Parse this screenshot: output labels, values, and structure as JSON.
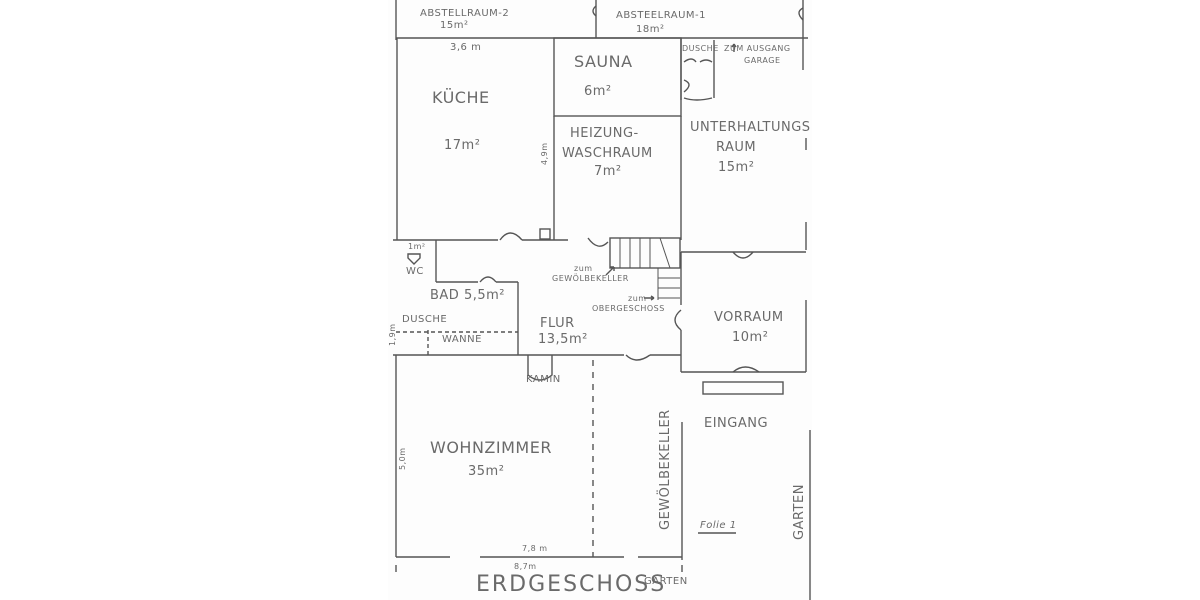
{
  "title": "ERDGESCHOSS",
  "sheet_label": "Folie 1",
  "colors": {
    "ink": "#5a5a5a",
    "paper": "#fdfdfd"
  },
  "rooms": {
    "abstellraum2": {
      "name": "ABSTELLRAUM-2",
      "area": "15m²"
    },
    "abstellraum1": {
      "name": "ABSTEELRAUM-1",
      "area": "18m²"
    },
    "kueche": {
      "name": "KÜCHE",
      "area": "17m²"
    },
    "sauna": {
      "name": "SAUNA",
      "area": "6m²"
    },
    "dusche_top": {
      "name": "DUSCHE"
    },
    "ausgang": {
      "name": "ZUM AUSGANG",
      "sub": "GARAGE"
    },
    "heizung": {
      "name": "HEIZUNG-",
      "name2": "WASCHRAUM",
      "area": "7m²"
    },
    "unterhaltung": {
      "name": "UNTERHALTUNGS",
      "name2": "RAUM",
      "area": "15m²"
    },
    "wc": {
      "name": "WC",
      "area": "1m²"
    },
    "bad": {
      "name": "BAD 5,5m²"
    },
    "dusche_bad": {
      "name": "DUSCHE"
    },
    "wanne": {
      "name": "WANNE"
    },
    "flur": {
      "name": "FLUR",
      "area": "13,5m²"
    },
    "vorraum": {
      "name": "VORRAUM",
      "area": "10m²"
    },
    "wohnzimmer": {
      "name": "WOHNZIMMER",
      "area": "35m²"
    },
    "kamin": {
      "name": "KAMIN"
    },
    "eingang": {
      "name": "EINGANG"
    },
    "gewoelbekeller": {
      "name": "GEWÖLBEKELLER"
    }
  },
  "annotations": {
    "zum_keller": {
      "line1": "zum",
      "line2": "GEWÖLBEKELLER"
    },
    "zum_og": {
      "line1": "zum",
      "line2": "OBERGESCHOSS"
    },
    "garten_bottom": "GARTEN",
    "garten_right": "GARTEN"
  },
  "dimensions": {
    "kueche_width": "3,6 m",
    "kueche_height": "4,9m",
    "bad_height": "1,9m",
    "wohn_height": "5,0m",
    "wohn_width": "7,8 m",
    "total_width": "8,7m"
  }
}
